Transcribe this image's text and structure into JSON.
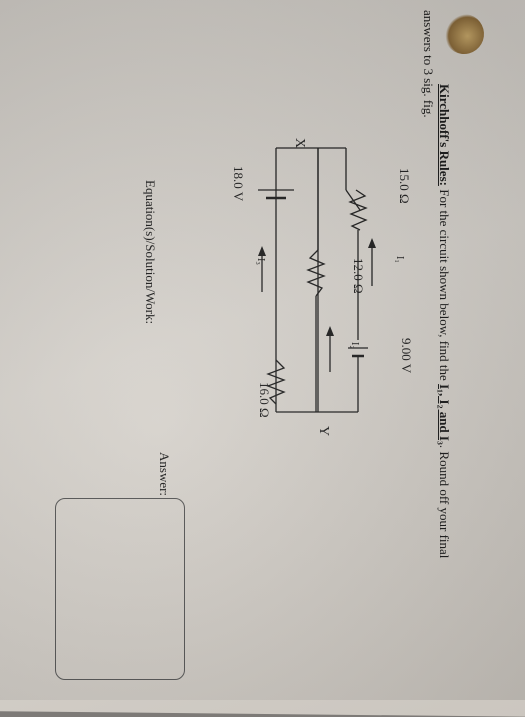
{
  "header": {
    "title": "Kirchhoff's Rules:",
    "instruction": "For the circuit shown below, find the",
    "currents": "I₁, I₂ and I₃",
    "rounding": "Round off your final",
    "continuation": "answers to 3 sig. fig."
  },
  "circuit": {
    "node_x": "X",
    "node_y": "Y",
    "r1": "15.0 Ω",
    "r2": "12.0 Ω",
    "r3": "16.0 Ω",
    "v1": "9.00 V",
    "v2": "18.0 V",
    "i1": "I₁",
    "i2": "I₂",
    "i3": "I₃"
  },
  "labels": {
    "work": "Equation(s)/Solution/Work:",
    "answer": "Answer:"
  }
}
